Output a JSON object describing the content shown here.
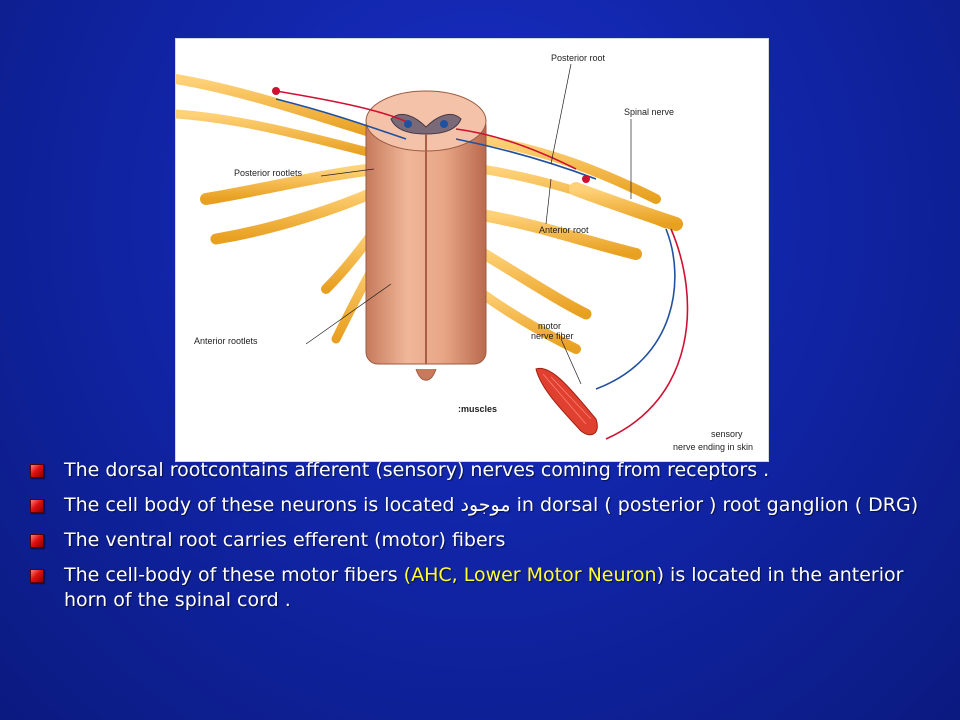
{
  "figure": {
    "labels": {
      "posterior_root": "Posterior root",
      "spinal_nerve": "Spinal nerve",
      "posterior_rootlets": "Posterior rootlets",
      "anterior_root": "Anterior root",
      "motor_line1": "motor",
      "motor_line2": "nerve fiber",
      "anterior_rootlets": "Anterior rootlets",
      "muscles": ":muscles",
      "sensory_line1": "sensory",
      "sensory_line2": "nerve ending in skin"
    }
  },
  "bullets": [
    {
      "text": "The dorsal rootcontains afferent (sensory) nerves coming from receptors ."
    },
    {
      "text": "The cell body of these neurons is located موجود in dorsal ( posterior ) root ganglion ( DRG)"
    },
    {
      "text": "The ventral root carries efferent (motor) fibers"
    },
    {
      "text_before": "The cell-body of these motor fibers ",
      "highlight": "(AHC, Lower Motor Neuron",
      "text_after": ") is located in the anterior horn of the spinal cord ."
    }
  ],
  "colors": {
    "background": "#1125a8",
    "text": "#ffffff",
    "highlight": "#ffff33",
    "bullet": "#e01010"
  }
}
